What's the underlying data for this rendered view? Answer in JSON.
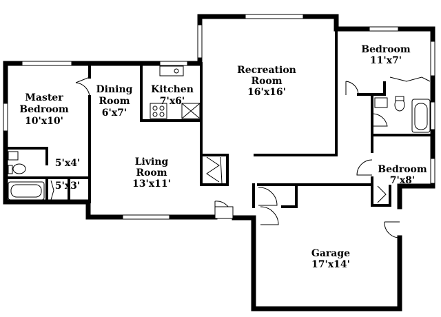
{
  "rooms": {
    "master_bedroom": {
      "name_line1": "Master",
      "name_line2": "Bedroom",
      "size": "10'x10'"
    },
    "dining_room": {
      "name_line1": "Dining",
      "name_line2": "Room",
      "size": "6'x7'"
    },
    "kitchen": {
      "name": "Kitchen",
      "size": "7'x6'"
    },
    "recreation_room": {
      "name_line1": "Recreation",
      "name_line2": "Room",
      "size": "16'x16'"
    },
    "bedroom_1": {
      "name": "Bedroom",
      "size": "11'x7'"
    },
    "bedroom_2": {
      "name": "Bedroom",
      "size": "7'x8'"
    },
    "living_room": {
      "name_line1": "Living",
      "name_line2": "Room",
      "size": "13'x11'"
    },
    "bathroom": {
      "size": "5'x4'"
    },
    "closet": {
      "size": "5'x3'"
    },
    "garage": {
      "name": "Garage",
      "size": "17'x14'"
    }
  }
}
